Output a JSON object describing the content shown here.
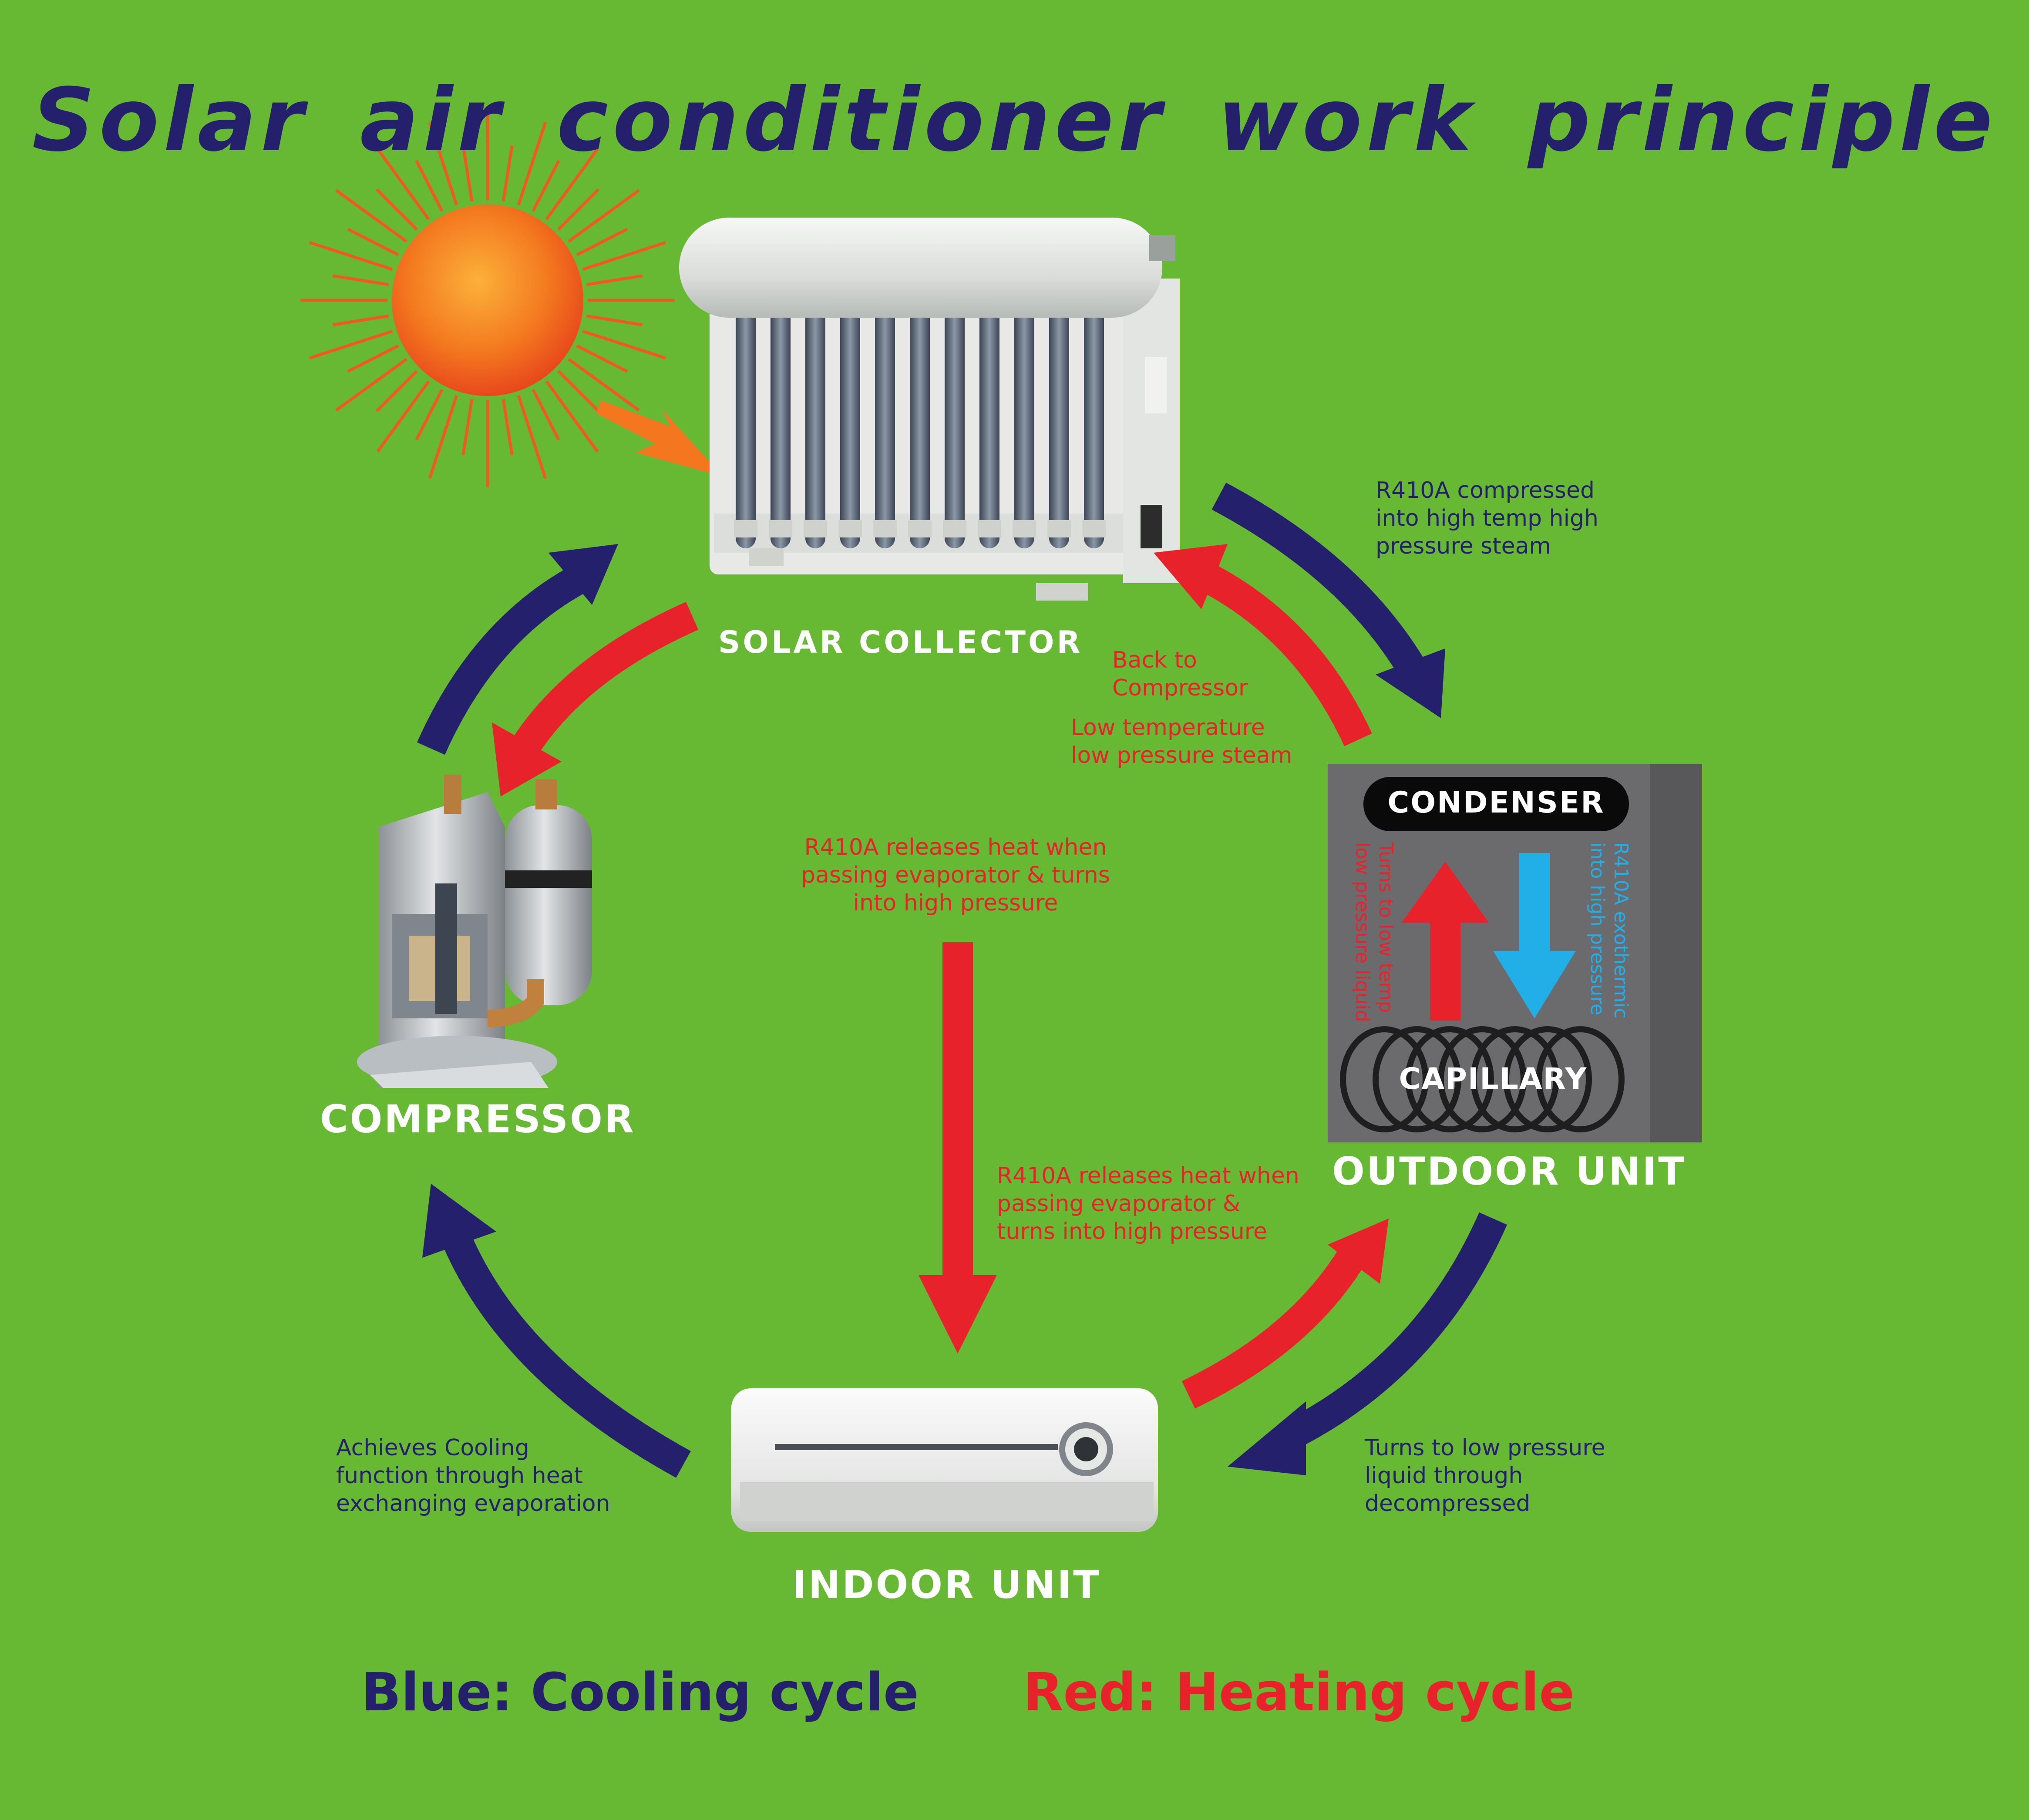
{
  "title": "Solar air conditioner work principle",
  "colors": {
    "background": "#67b934",
    "cooling": "#25206c",
    "heating": "#e8222a",
    "capillary_blue": "#22aee6",
    "outdoor_panel": "#676769"
  },
  "components": {
    "solar_collector": "SOLAR COLLECTOR",
    "compressor": "COMPRESSOR",
    "outdoor_unit": "OUTDOOR UNIT",
    "indoor_unit": "INDOOR UNIT",
    "condenser": "CONDENSER",
    "capillary": "CAPILLARY"
  },
  "notes": {
    "compressed_steam": "R410A compressed\ninto high temp high\npressure steam",
    "back_to_compressor": "Back to\nCompressor",
    "low_temp_steam": "Low temperature\nlow pressure steam",
    "releases_heat_top": "R410A releases heat when\npassing evaporator & turns\ninto high pressure",
    "releases_heat_bottom": "R410A releases heat when\npassing evaporator &\nturns into high pressure",
    "achieves_cooling": "Achieves Cooling\nfunction through heat\nexchanging evaporation",
    "low_pressure_liquid": "Turns to low pressure\nliquid through\ndecompressed",
    "outdoor_left_vertical": "Turns to low temp\nlow pressure liquid",
    "outdoor_right_vertical": "R410A exothermic\ninto high pressure"
  },
  "legend": {
    "cooling": "Blue: Cooling cycle",
    "heating": "Red: Heating cycle"
  },
  "icons": [
    "sun-icon",
    "solar-collector-icon",
    "compressor-icon",
    "indoor-unit-icon",
    "capillary-coil-icon"
  ]
}
